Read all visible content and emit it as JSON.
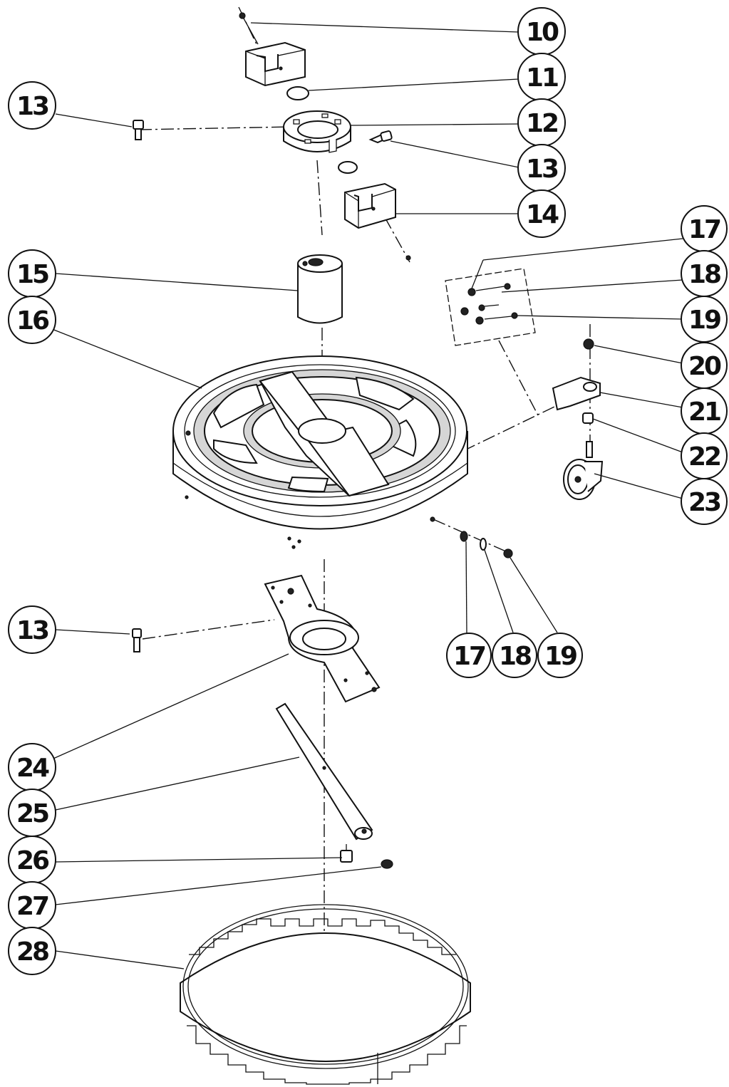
{
  "callouts": [
    {
      "id": "c10a",
      "label": "10"
    },
    {
      "id": "c11a",
      "label": "11"
    },
    {
      "id": "c12a",
      "label": "12"
    },
    {
      "id": "c13a",
      "label": "13"
    },
    {
      "id": "c13b",
      "label": "13"
    },
    {
      "id": "c14a",
      "label": "14"
    },
    {
      "id": "c15a",
      "label": "15"
    },
    {
      "id": "c16a",
      "label": "16"
    },
    {
      "id": "c17a",
      "label": "17"
    },
    {
      "id": "c18a",
      "label": "18"
    },
    {
      "id": "c19a",
      "label": "19"
    },
    {
      "id": "c20a",
      "label": "20"
    },
    {
      "id": "c21a",
      "label": "21"
    },
    {
      "id": "c22a",
      "label": "22"
    },
    {
      "id": "c23a",
      "label": "23"
    },
    {
      "id": "c13c",
      "label": "13"
    },
    {
      "id": "c17b",
      "label": "17"
    },
    {
      "id": "c18b",
      "label": "18"
    },
    {
      "id": "c19b",
      "label": "19"
    },
    {
      "id": "c24a",
      "label": "24"
    },
    {
      "id": "c25a",
      "label": "25"
    },
    {
      "id": "c26a",
      "label": "26"
    },
    {
      "id": "c27a",
      "label": "27"
    },
    {
      "id": "c28a",
      "label": "28"
    }
  ]
}
